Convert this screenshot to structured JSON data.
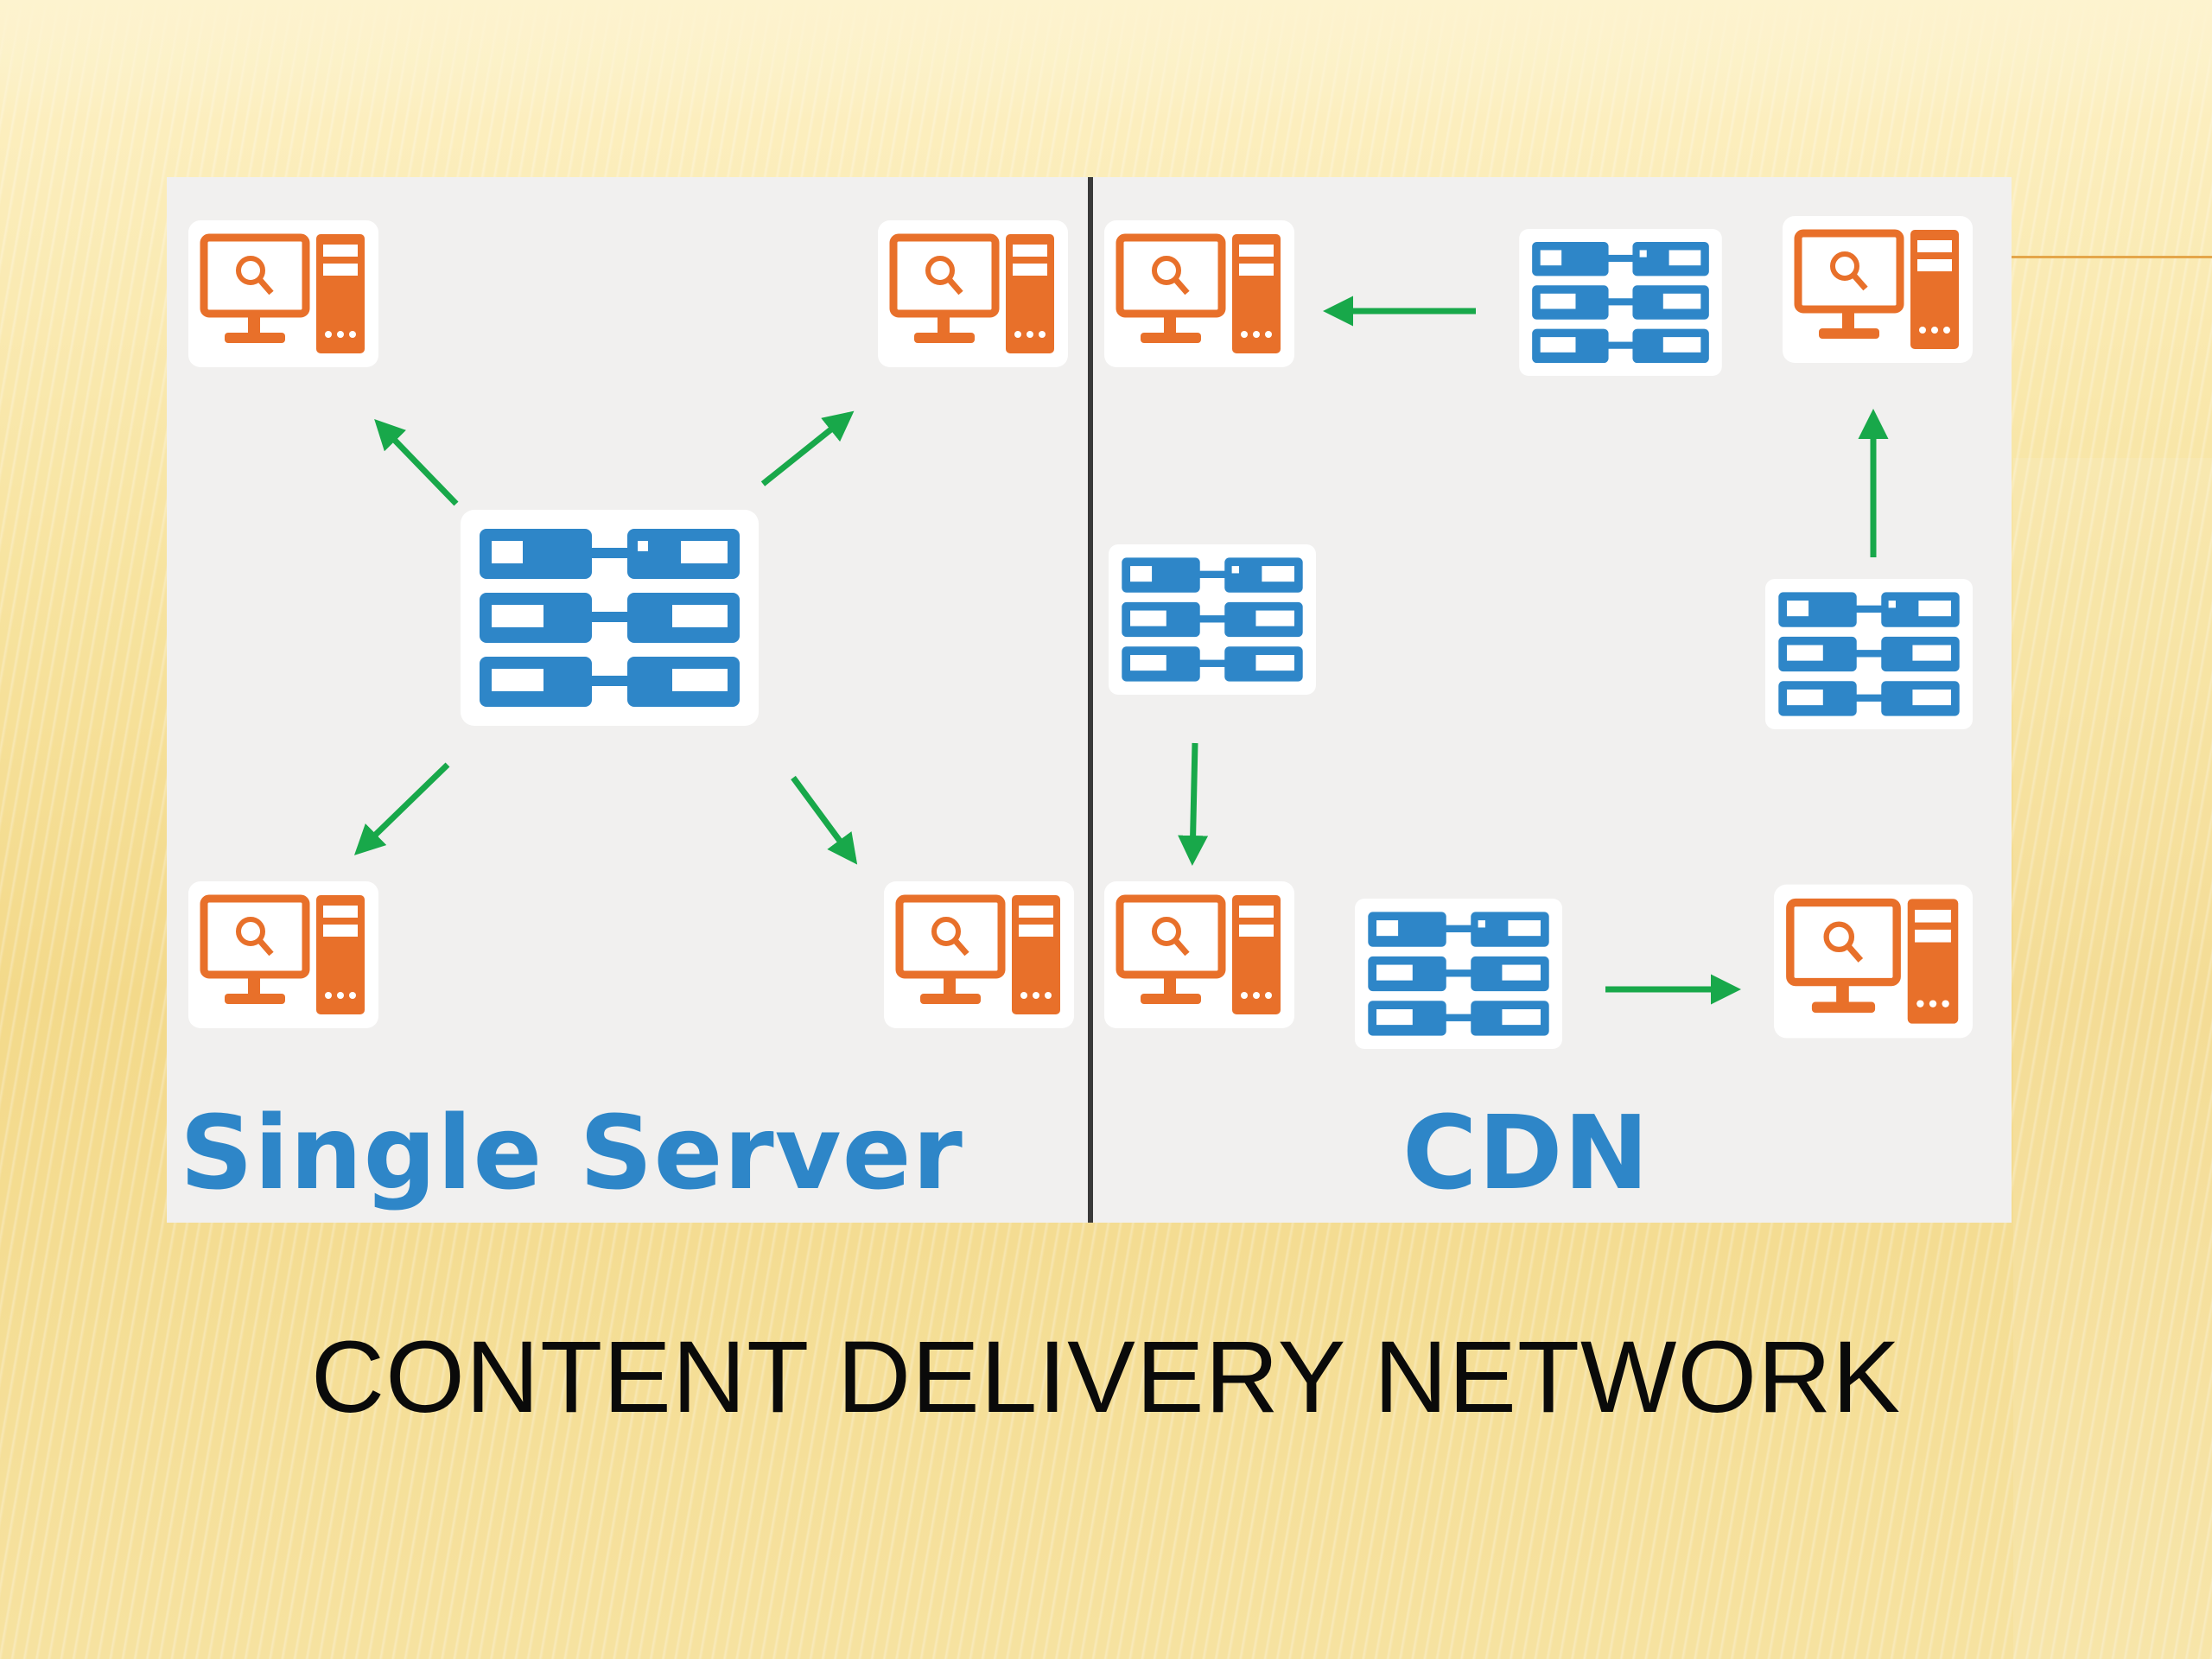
{
  "slide": {
    "title": "CONTENT DELIVERY NETWORK"
  },
  "diagram": {
    "left_panel_label": "Single Server",
    "right_panel_label": "CDN",
    "colors": {
      "client": "#e8702a",
      "server": "#2e86c8",
      "arrow": "#18a84a",
      "label": "#2e86c8"
    },
    "icons": {
      "client": "client-computer-icon",
      "server": "server-rack-icon"
    }
  }
}
